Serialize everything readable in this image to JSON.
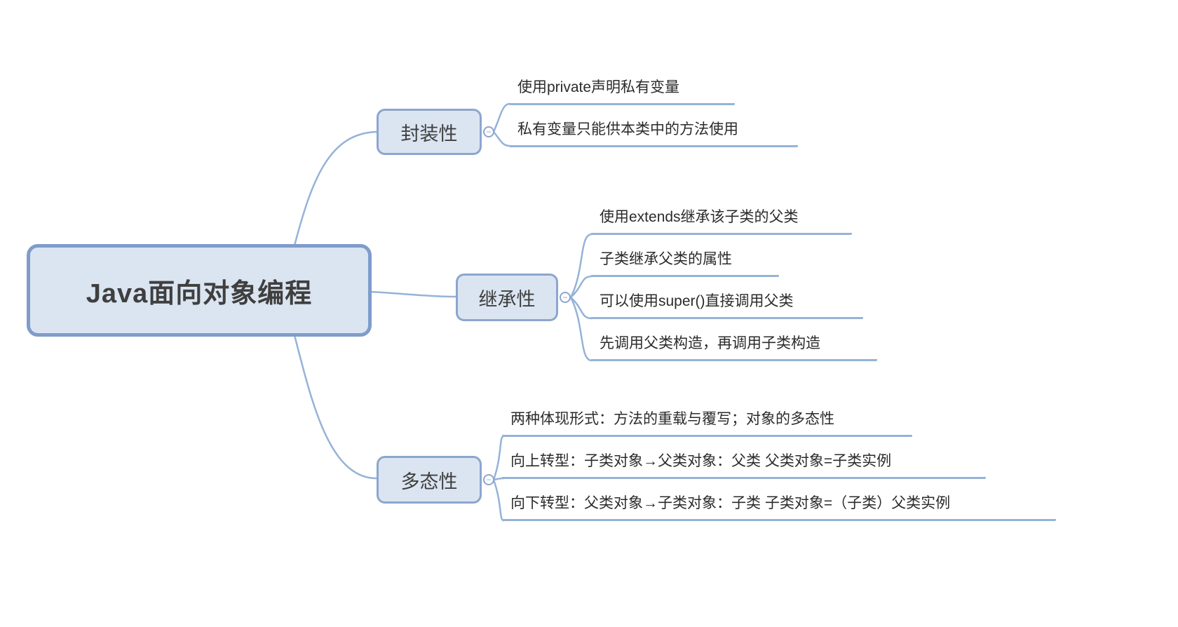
{
  "root": {
    "label": "Java面向对象编程"
  },
  "branches": [
    {
      "label": "封装性",
      "leaves": [
        {
          "text": "使用private声明私有变量"
        },
        {
          "text": "私有变量只能供本类中的方法使用"
        }
      ]
    },
    {
      "label": "继承性",
      "leaves": [
        {
          "text": "使用extends继承该子类的父类"
        },
        {
          "text": "子类继承父类的属性"
        },
        {
          "text": "可以使用super()直接调用父类"
        },
        {
          "text": "先调用父类构造，再调用子类构造"
        }
      ]
    },
    {
      "label": "多态性",
      "leaves": [
        {
          "text": "两种体现形式：方法的重载与覆写；对象的多态性"
        },
        {
          "text": "向上转型：子类对象→父类对象：父类 父类对象=子类实例"
        },
        {
          "text": "向下转型：父类对象→子类对象：子类 子类对象=（子类）父类实例"
        }
      ]
    }
  ],
  "icons": {
    "collapse_minus": "−"
  },
  "colors": {
    "node_fill": "#dbe5f1",
    "root_border": "#7f9ccb",
    "branch_border": "#8ca6ce",
    "connector": "#95b3d7",
    "underline": "#95b3d7",
    "text": "#3f3f3f"
  }
}
